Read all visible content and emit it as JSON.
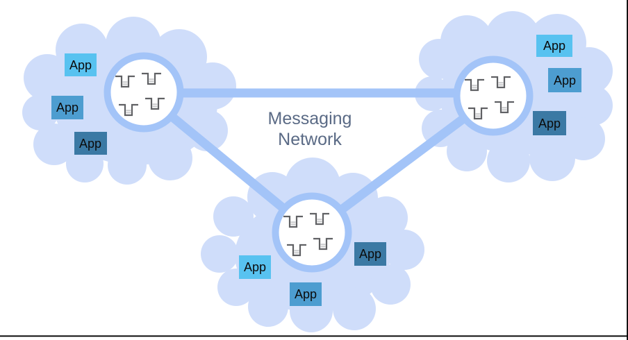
{
  "diagram": {
    "title_line1": "Messaging",
    "title_line2": "Network"
  },
  "colors": {
    "cloud_fill": "#cfddfa",
    "link_blue": "#a3c4f8",
    "node_fill": "#ffffff",
    "app_light": "#58c2f0",
    "app_medium": "#4d9dd0",
    "app_dark": "#3b79a4",
    "title_color": "#5a6a85",
    "queue_outline": "#606164",
    "queue_fill_lines": "#c9cacc",
    "border_black": "#000000",
    "background": "#ffffff"
  },
  "clouds": [
    {
      "name": "left",
      "apps": [
        {
          "label": "App",
          "shade": "light"
        },
        {
          "label": "App",
          "shade": "medium"
        },
        {
          "label": "App",
          "shade": "dark"
        }
      ]
    },
    {
      "name": "right",
      "apps": [
        {
          "label": "App",
          "shade": "light"
        },
        {
          "label": "App",
          "shade": "medium"
        },
        {
          "label": "App",
          "shade": "dark"
        }
      ]
    },
    {
      "name": "bottom",
      "apps": [
        {
          "label": "App",
          "shade": "light"
        },
        {
          "label": "App",
          "shade": "medium"
        },
        {
          "label": "App",
          "shade": "dark"
        }
      ]
    }
  ]
}
